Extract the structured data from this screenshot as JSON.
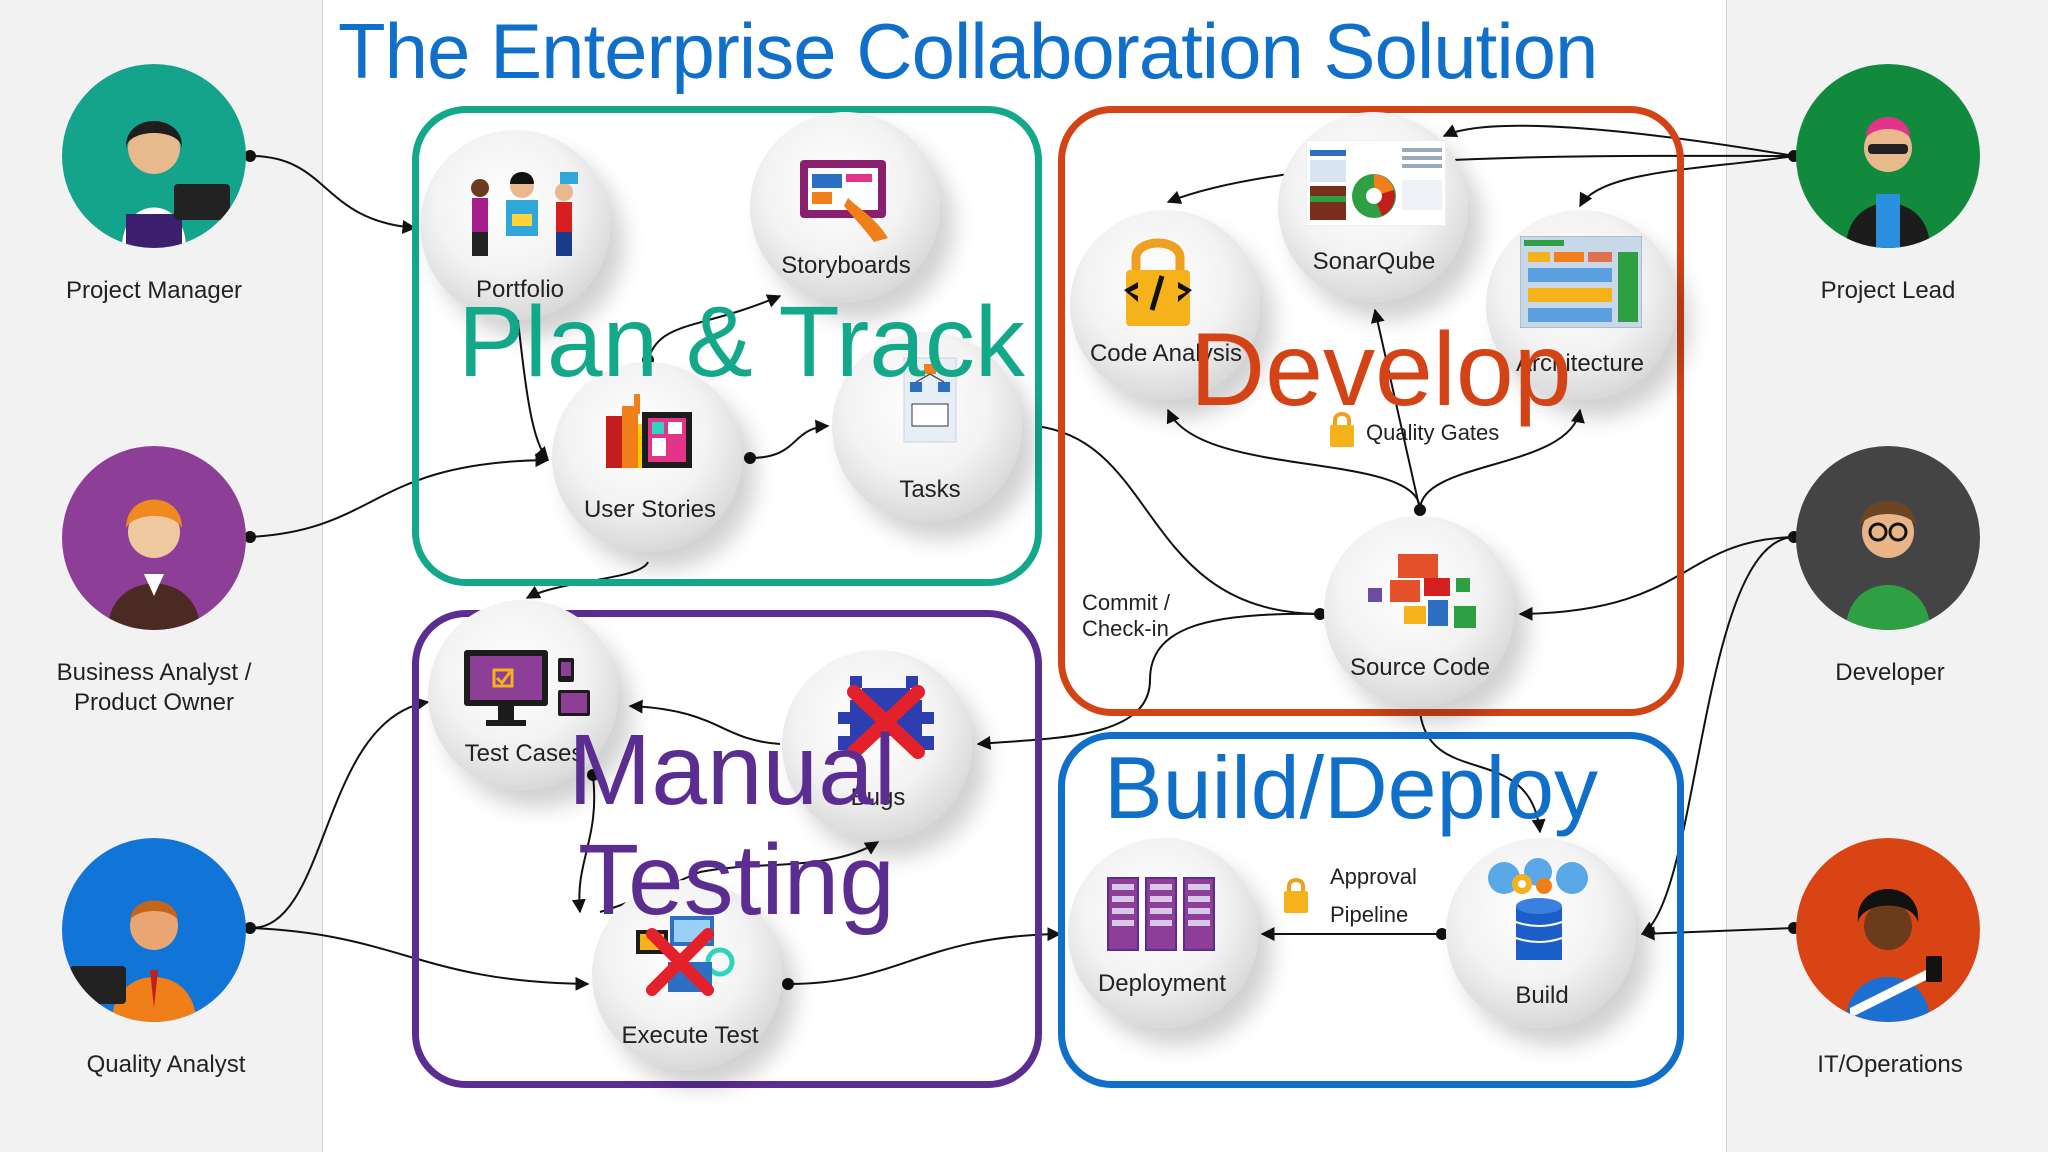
{
  "title": "The Enterprise Collaboration Solution",
  "groups": {
    "plan": {
      "label": "Plan & Track",
      "color": "#13a88a"
    },
    "develop": {
      "label": "Develop",
      "color": "#d44315"
    },
    "manual": {
      "label": "Manual Testing",
      "label_line1": "Manual",
      "label_line2": "Testing",
      "color": "#5c2d91"
    },
    "build": {
      "label": "Build/Deploy",
      "color": "#0f6fc9"
    }
  },
  "personas": {
    "project_manager": {
      "label": "Project Manager",
      "color": "#14a38b"
    },
    "business_analyst": {
      "label_line1": "Business Analyst /",
      "label_line2": "Product Owner",
      "color": "#8d3f98"
    },
    "quality_analyst": {
      "label": "Quality Analyst",
      "color": "#1175d8"
    },
    "project_lead": {
      "label": "Project Lead",
      "color": "#128a3e"
    },
    "developer": {
      "label": "Developer",
      "color": "#444444"
    },
    "it_operations": {
      "label": "IT/Operations",
      "color": "#d94414"
    }
  },
  "nodes": {
    "portfolio": "Portfolio",
    "storyboards": "Storyboards",
    "user_stories": "User Stories",
    "tasks": "Tasks",
    "code_analysis": "Code Analysis",
    "sonarqube": "SonarQube",
    "architecture": "Architecture",
    "source_code": "Source Code",
    "test_cases": "Test Cases",
    "bugs": "Bugs",
    "execute_test": "Execute Test",
    "deployment": "Deployment",
    "build": "Build"
  },
  "annotations": {
    "quality_gates": "Quality Gates",
    "commit_line1": "Commit /",
    "commit_line2": "Check-in",
    "approval": "Approval",
    "pipeline": "Pipeline"
  },
  "icons": [
    "people-icon",
    "storyboard-icon",
    "user-stories-icon",
    "tasks-icon",
    "lock-icon",
    "sonarqube-dashboard-icon",
    "architecture-icon",
    "source-code-icon",
    "test-cases-icon",
    "bug-icon",
    "execute-test-icon",
    "server-rack-icon",
    "database-cloud-icon"
  ]
}
